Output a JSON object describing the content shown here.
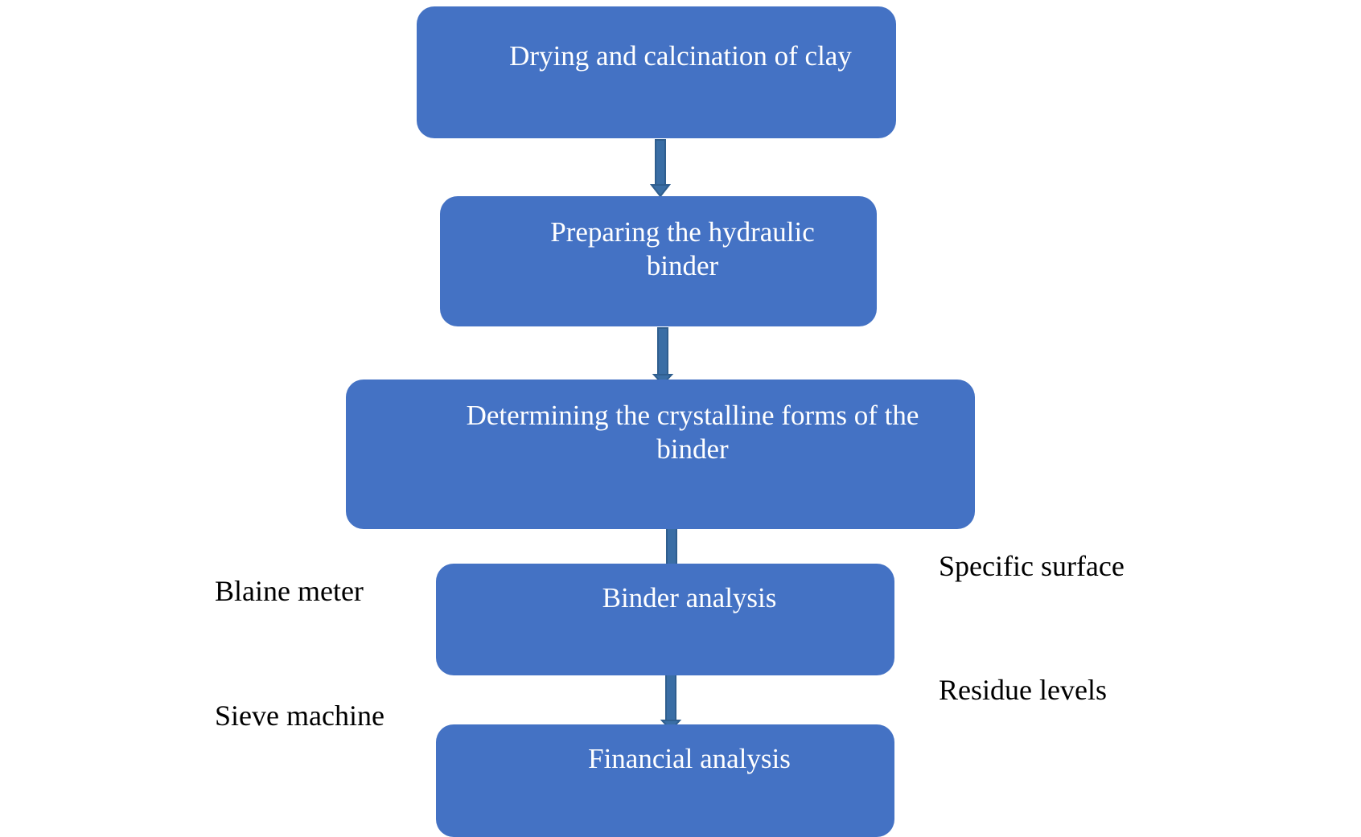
{
  "colors": {
    "box_fill": "#4472C4",
    "box_text": "#FFFFFF",
    "arrow_fill": "#3A6EA5",
    "arrow_edge": "#2F5E8E",
    "label_text": "#000000"
  },
  "steps": [
    {
      "text": "Drying and calcination  of clay"
    },
    {
      "text": "Preparing the hydraulic\nbinder"
    },
    {
      "text": "Determining  the crystalline  forms of the\nbinder"
    },
    {
      "text": "Binder analysis"
    },
    {
      "text": "Financial  analysis"
    }
  ],
  "left_labels": [
    {
      "text": "Blaine meter"
    },
    {
      "text": "Sieve machine"
    }
  ],
  "right_labels": [
    {
      "text": "Specific  surface"
    },
    {
      "text": "Residue levels"
    }
  ]
}
